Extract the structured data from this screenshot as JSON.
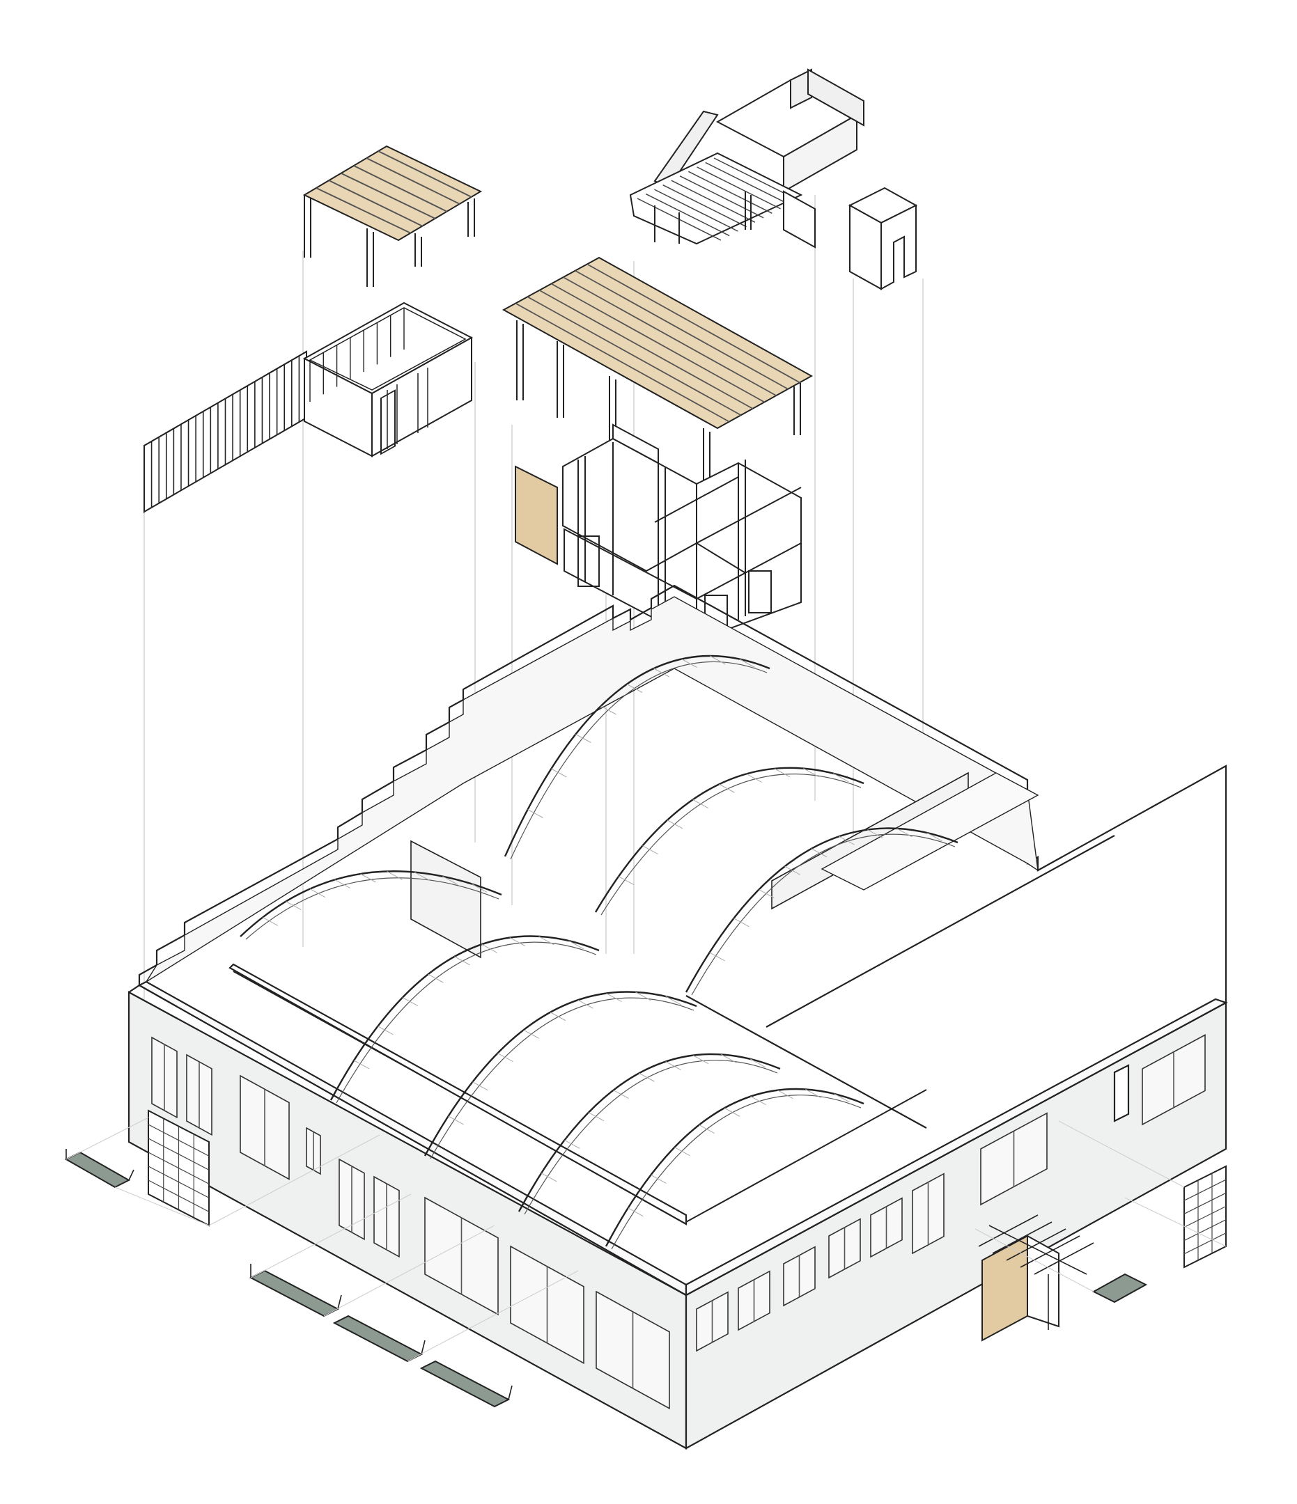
{
  "diagram": {
    "type": "exploded axonometric",
    "labels": [],
    "colors": {
      "background": "#ffffff",
      "line": "#222222",
      "thin_line": "#bdbdbd",
      "timber": "#e8d6b4",
      "wall_face": "#eef1ef",
      "floor_face": "#ffffff",
      "canopy": "#8c9a92"
    },
    "components": [
      "pergola-small",
      "pergola-large",
      "mezzanine-stair",
      "door-frame-box",
      "slatted-fence-panel",
      "office-box",
      "room-module",
      "timber-panel",
      "warehouse-shell",
      "bow-truss-roof",
      "garage-door",
      "canopies",
      "entry-pergola"
    ]
  }
}
